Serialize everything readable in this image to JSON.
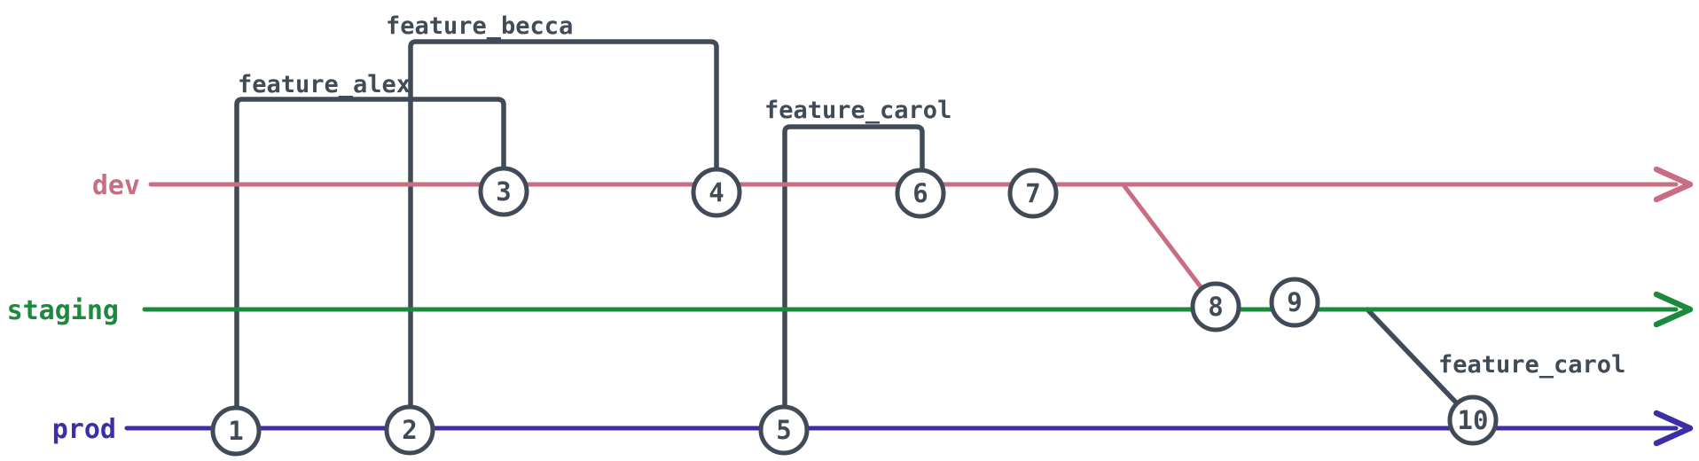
{
  "diagram": {
    "type": "git-branch-diagram",
    "line_color": "#414b57",
    "branches": [
      {
        "name": "dev",
        "color": "#c96e82",
        "commits": [
          "3",
          "4",
          "6",
          "7"
        ]
      },
      {
        "name": "staging",
        "color": "#1b8a3c",
        "commits": [
          "8",
          "9"
        ]
      },
      {
        "name": "prod",
        "color": "#3d2ea5",
        "commits": [
          "1",
          "2",
          "5",
          "10"
        ]
      }
    ],
    "feature_branches": [
      {
        "label": "feature_alex",
        "from_commit": "1",
        "to_commit": "3"
      },
      {
        "label": "feature_becca",
        "from_commit": "2",
        "to_commit": "4"
      },
      {
        "label": "feature_carol",
        "from_commit": "5",
        "to_commit": "6"
      },
      {
        "label": "feature_carol",
        "from_commit": "9",
        "to_commit": "10"
      }
    ],
    "merges": [
      {
        "from_branch": "dev",
        "after_commit": "7",
        "to_commit": "8",
        "color": "#c96e82"
      }
    ],
    "commits": [
      {
        "label": "1"
      },
      {
        "label": "2"
      },
      {
        "label": "3"
      },
      {
        "label": "4"
      },
      {
        "label": "5"
      },
      {
        "label": "6"
      },
      {
        "label": "7"
      },
      {
        "label": "8"
      },
      {
        "label": "9"
      },
      {
        "label": "10"
      }
    ]
  }
}
